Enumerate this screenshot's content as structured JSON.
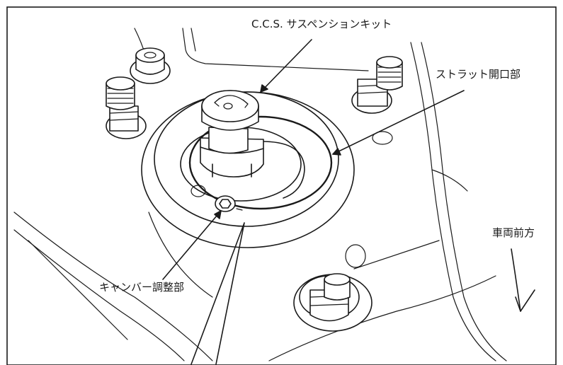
{
  "labels": {
    "ccs_kit": "C.C.S. サスペンションキット",
    "strut_opening": "ストラット開口部",
    "camber_adjuster": "キャンバー調整部",
    "vehicle_front": "車両前方"
  }
}
